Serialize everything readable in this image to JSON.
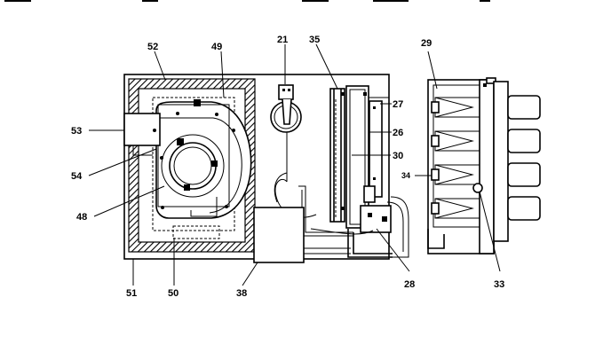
{
  "labels": {
    "l52": "52",
    "l49": "49",
    "l21": "21",
    "l35": "35",
    "l29": "29",
    "l27": "27",
    "l26": "26",
    "l53": "53",
    "l30": "30",
    "l54": "54",
    "l34": "34",
    "l48": "48",
    "l51": "51",
    "l50": "50",
    "l38": "38",
    "l28": "28",
    "l33": "33"
  }
}
